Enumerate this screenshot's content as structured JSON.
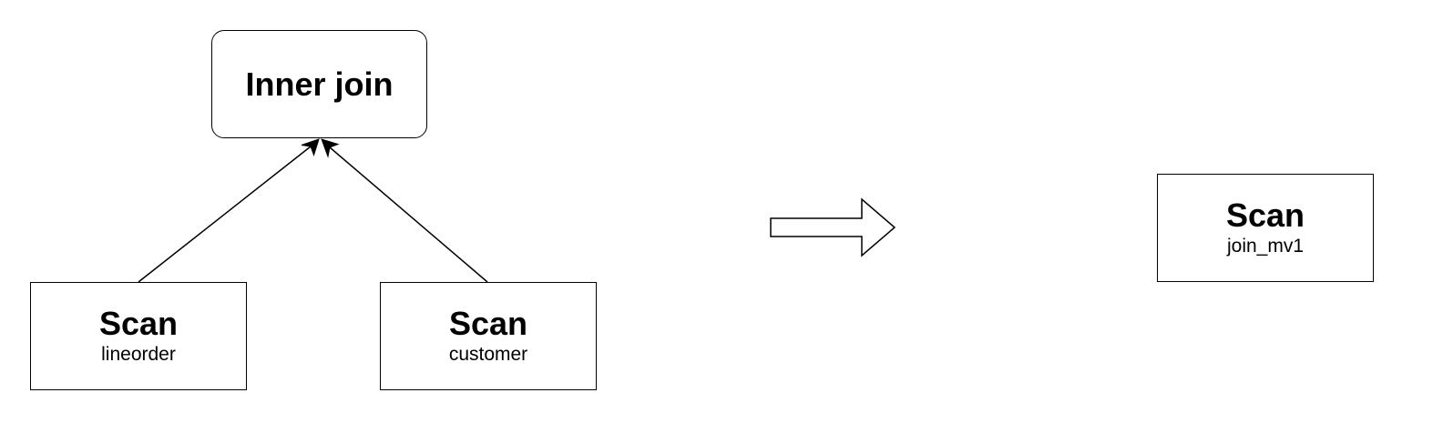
{
  "diagram": {
    "nodes": {
      "join": {
        "title": "Inner join"
      },
      "lineorder": {
        "title": "Scan",
        "subtitle": "lineorder"
      },
      "customer": {
        "title": "Scan",
        "subtitle": "customer"
      },
      "materialized_view": {
        "title": "Scan",
        "subtitle": "join_mv1"
      }
    },
    "edges": [
      {
        "from": "lineorder",
        "to": "join"
      },
      {
        "from": "customer",
        "to": "join"
      }
    ],
    "transform_arrow": {
      "from": "left-plan",
      "to": "right-plan",
      "style": "hollow-block-arrow"
    },
    "colors": {
      "stroke": "#000000",
      "fill": "#ffffff",
      "text": "#000000"
    }
  }
}
